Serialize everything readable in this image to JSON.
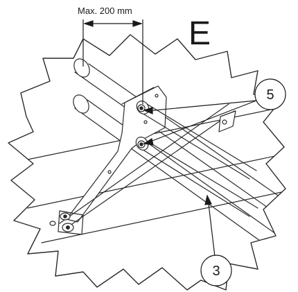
{
  "dimension": {
    "label": "Max. 200 mm"
  },
  "view": {
    "letter": "E"
  },
  "callouts": [
    {
      "number": "5"
    },
    {
      "number": "3"
    }
  ]
}
